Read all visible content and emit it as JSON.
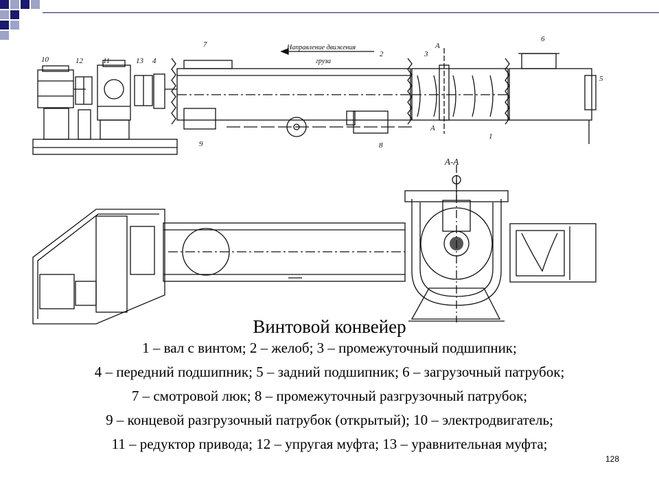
{
  "slide": {
    "title": "Винтовой конвейер",
    "legend_lines": [
      "1 – вал с винтом; 2 – желоб; 3 – промежуточный подшипник;",
      "4 – передний подшипник; 5 – задний подшипник; 6 – загрузочный патрубок;",
      "7 – смотровой люк; 8 – промежуточный разгрузочный патрубок;",
      "9 – концевой разгрузочный патрубок (открытый); 10 – электродвигатель;",
      "11 – редуктор привода; 12 – упругая муфта; 13 – уравнительная муфта;"
    ],
    "page_number": "128"
  },
  "drawing": {
    "direction_label_1": "Направление движения",
    "direction_label_2": "груза",
    "section_label": "А-А",
    "part_numbers": [
      "10",
      "12",
      "11",
      "13",
      "4",
      "7",
      "2",
      "3",
      "А",
      "6",
      "5",
      "9",
      "8",
      "1",
      "А"
    ]
  },
  "colors": {
    "navy": "#1a1a6e",
    "blue_gray": "#9ea4c8",
    "line": "#111111"
  }
}
